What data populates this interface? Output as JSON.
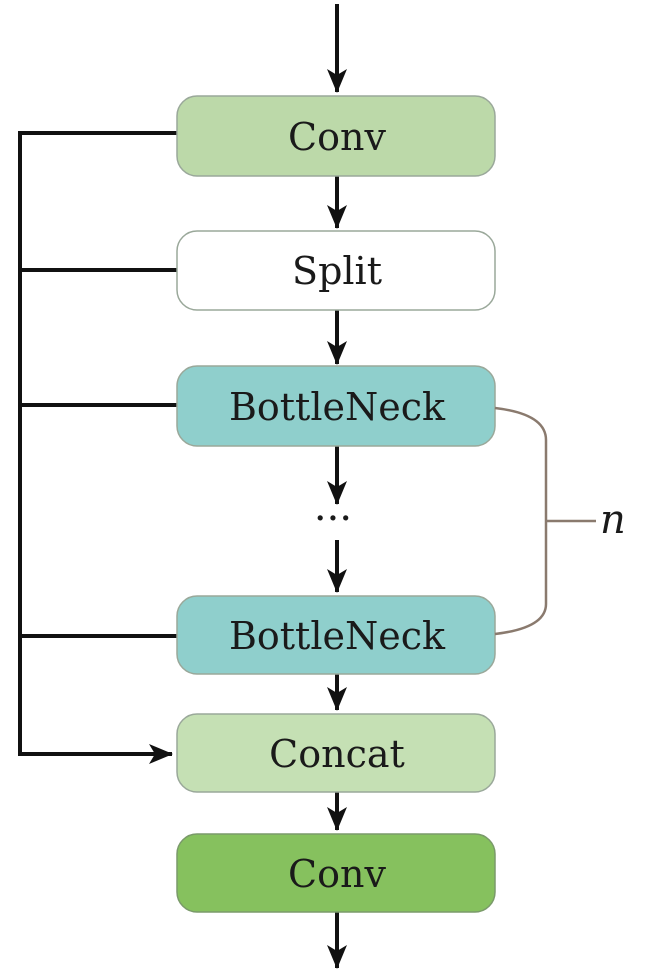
{
  "nodes": [
    {
      "id": "conv-top",
      "label": "Conv",
      "fill": "#bcd9a9"
    },
    {
      "id": "split",
      "label": "Split",
      "fill": "#ffffff"
    },
    {
      "id": "bottleneck-1",
      "label": "BottleNeck",
      "fill": "#8fcfcc"
    },
    {
      "id": "bottleneck-2",
      "label": "BottleNeck",
      "fill": "#8fcfcc"
    },
    {
      "id": "concat",
      "label": "Concat",
      "fill": "#c5e0b4"
    },
    {
      "id": "conv-bottom",
      "label": "Conv",
      "fill": "#86c15e"
    }
  ],
  "ellipsis": "···",
  "repeat_label": "n",
  "colors": {
    "stroke": "#111111",
    "node_border": "#9aa89a",
    "bracket": "#8a7a6e"
  }
}
